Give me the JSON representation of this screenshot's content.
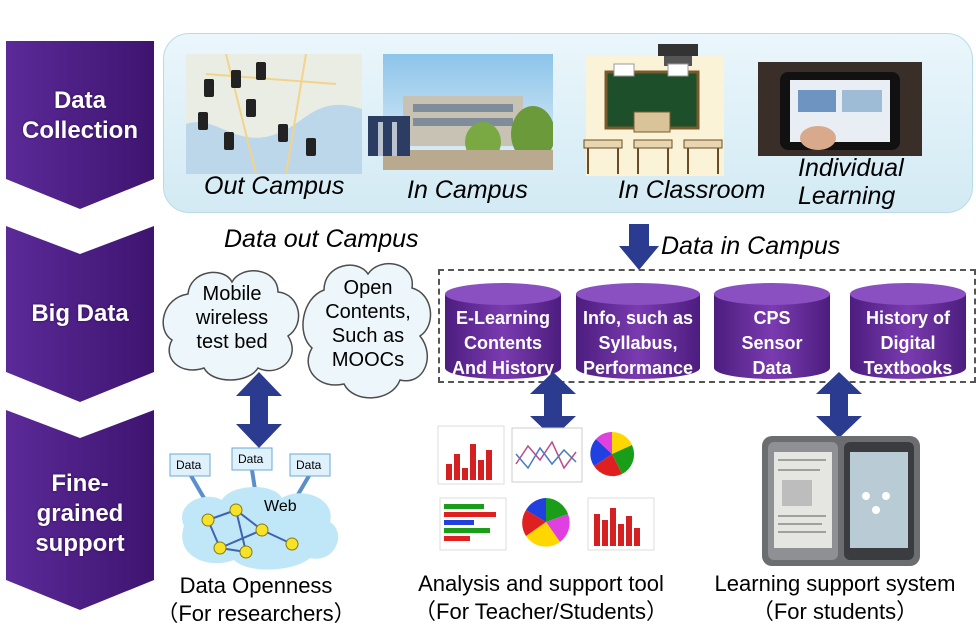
{
  "stages": [
    {
      "label": "Data\nCollection"
    },
    {
      "label": "Big Data"
    },
    {
      "label": "Fine-\ngrained\nsupport"
    }
  ],
  "collection": {
    "items": [
      {
        "label": "Out Campus"
      },
      {
        "label": "In Campus"
      },
      {
        "label": "In Classroom"
      },
      {
        "label": "Individual\nLearning"
      }
    ]
  },
  "bigdata": {
    "out_title": "Data out Campus",
    "in_title": "Data in Campus",
    "clouds": [
      {
        "label": "Mobile\nwireless\ntest bed"
      },
      {
        "label": "Open\nContents,\nSuch as\nMOOCs"
      }
    ],
    "cylinders": [
      {
        "label": "E-Learning\nContents\nAnd History"
      },
      {
        "label": "Info, such as\nSyllabus,\nPerformance"
      },
      {
        "label": "CPS\nSensor\nData"
      },
      {
        "label": "History of\nDigital\nTextbooks"
      }
    ]
  },
  "support": {
    "web": {
      "data_label": "Data",
      "web_label": "Web"
    },
    "items": [
      {
        "title": "Data Openness",
        "sub": "（For researchers）"
      },
      {
        "title": "Analysis and support tool",
        "sub": "（For Teacher/Students）"
      },
      {
        "title": "Learning support system",
        "sub": "（For students）"
      }
    ]
  },
  "colors": {
    "stage": "#4b1e86",
    "cylinder": "#6a2ea0",
    "arrow": "#2b3b8f",
    "panel": "#dff0f7"
  }
}
